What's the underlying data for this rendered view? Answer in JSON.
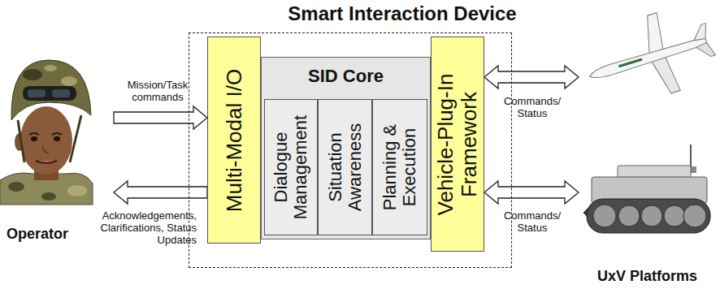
{
  "diagram": {
    "nodes": [
      {
        "text": [
          "Operator"
        ]
      },
      {
        "text": [
          "Smart Interaction Device"
        ]
      },
      {
        "text": [
          "Multi-Modal I/O"
        ],
        "in": 1
      },
      {
        "text": [
          "SID Core"
        ],
        "in": 1
      },
      {
        "text": [
          "Dialogue Management"
        ],
        "in": 3
      },
      {
        "text": [
          "Situation Awareness"
        ],
        "in": 3
      },
      {
        "text": [
          "Planning & Execution"
        ],
        "in": 3
      },
      {
        "text": [
          "Vehicle-Plug-In Framework"
        ],
        "in": 1
      },
      {
        "text": [
          "UxV Platforms"
        ]
      }
    ],
    "edges": [
      {
        "from": 0,
        "to": 2,
        "arrow": "to",
        "label": "Mission/Task commands"
      },
      {
        "from": 2,
        "to": 0,
        "arrow": "to",
        "label": "Acknowledgements, Clarifications, Status Updates"
      },
      {
        "from": 7,
        "to": 8,
        "arrow": "both",
        "label": "Commands/ Status"
      },
      {
        "from": 7,
        "to": 8,
        "arrow": "both",
        "label": "Commands/ Status"
      }
    ]
  }
}
